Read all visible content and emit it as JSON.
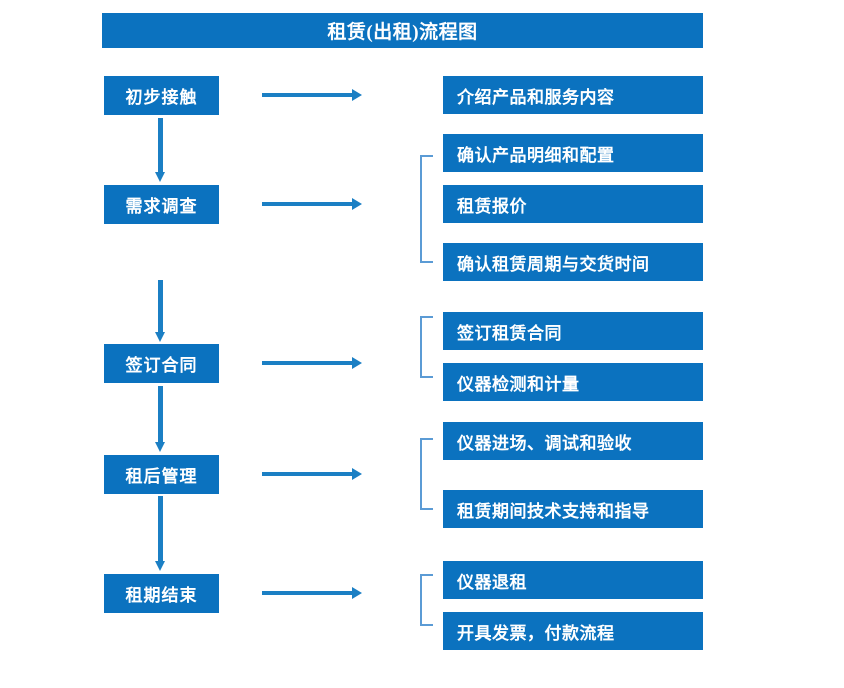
{
  "title": "租赁(出租)流程图",
  "colors": {
    "box_blue": "#0b72bf",
    "arrow_blue": "#1b7fc4",
    "bracket_blue": "#5b9bd5",
    "text_white": "#ffffff",
    "background": "#ffffff"
  },
  "stages": [
    {
      "label": "初步接触"
    },
    {
      "label": "需求调查"
    },
    {
      "label": "签订合同"
    },
    {
      "label": "租后管理"
    },
    {
      "label": "租期结束"
    }
  ],
  "details": [
    {
      "label": "介绍产品和服务内容"
    },
    {
      "label": "确认产品明细和配置"
    },
    {
      "label": "租赁报价"
    },
    {
      "label": "确认租赁周期与交货时间"
    },
    {
      "label": "签订租赁合同"
    },
    {
      "label": "仪器检测和计量"
    },
    {
      "label": "仪器进场、调试和验收"
    },
    {
      "label": "租赁期间技术支持和指导"
    },
    {
      "label": "仪器退租"
    },
    {
      "label": "开具发票，付款流程"
    }
  ],
  "groups": [
    {
      "name": "demand-survey-group",
      "members": [
        "确认产品明细和配置",
        "租赁报价",
        "确认租赁周期与交货时间"
      ]
    },
    {
      "name": "sign-contract-group",
      "members": [
        "签订租赁合同",
        "仪器检测和计量"
      ]
    },
    {
      "name": "post-rental-group",
      "members": [
        "仪器进场、调试和验收",
        "租赁期间技术支持和指导"
      ]
    },
    {
      "name": "lease-end-group",
      "members": [
        "仪器退租",
        "开具发票，付款流程"
      ]
    }
  ]
}
